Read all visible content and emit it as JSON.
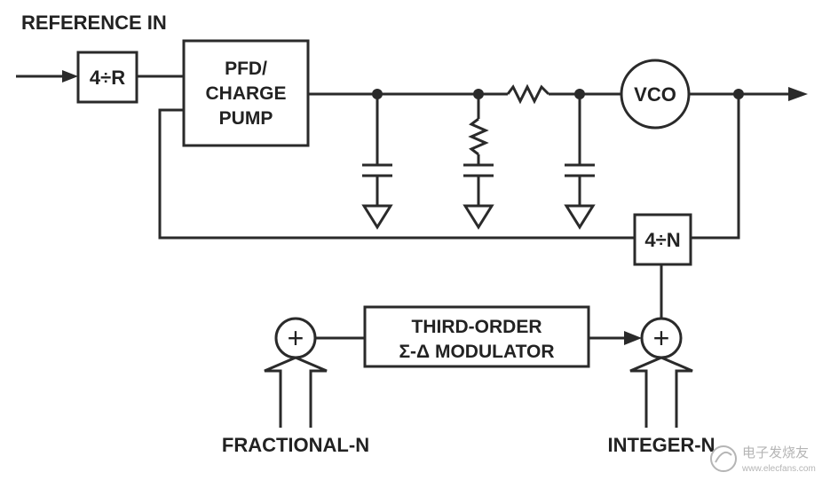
{
  "labels": {
    "reference_in": "REFERENCE IN",
    "div_r": "4÷R",
    "pfd_line1": "PFD/",
    "pfd_line2": "CHARGE",
    "pfd_line3": "PUMP",
    "vco": "VCO",
    "div_n": "4÷N",
    "modulator_line1": "THIRD-ORDER",
    "modulator_line2": "Σ-Δ MODULATOR",
    "fractional_n": "FRACTIONAL-N",
    "integer_n": "INTEGER-N",
    "adder_symbol": "+"
  },
  "watermark": {
    "text_cn": "电子发烧友",
    "url": "www.elecfans.com"
  },
  "colors": {
    "line": "#2a2a2a",
    "text": "#222222",
    "background": "#ffffff",
    "watermark": "#b5b5b5"
  }
}
